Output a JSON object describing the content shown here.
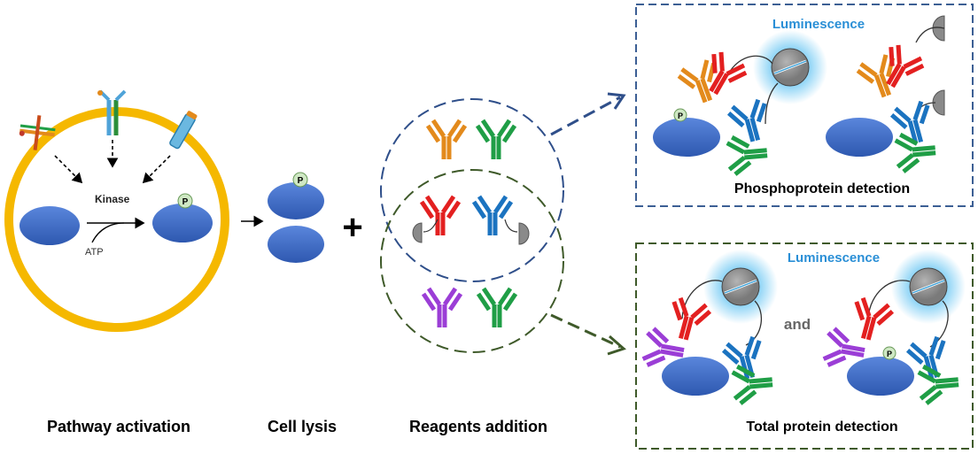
{
  "stages": {
    "pathway": "Pathway activation",
    "lysis": "Cell lysis",
    "reagents": "Reagents addition"
  },
  "cell": {
    "kinase": "Kinase",
    "atp": "ATP",
    "phospho": "P"
  },
  "operator": "+",
  "panels": {
    "phospho": {
      "signal": "Luminescence",
      "caption": "Phosphoprotein detection"
    },
    "total": {
      "signal": "Luminescence",
      "conjunction": "and",
      "caption": "Total protein detection"
    }
  },
  "colors": {
    "membrane": "#f5b800",
    "protein": "#3a68c8",
    "phospho_badge": "#cfe8c4",
    "glow": "#44b8f0",
    "luminescence_text": "#2a8fd6",
    "phospho_panel_border": "#3c5f94",
    "total_panel_border": "#3f5a2a",
    "antibody_orange": "#e38a1c",
    "antibody_green": "#1f9e46",
    "antibody_red": "#e32020",
    "antibody_blue": "#1b73c0",
    "antibody_purple": "#9b3ed6",
    "enzyme_gray": "#8a8a8a"
  }
}
